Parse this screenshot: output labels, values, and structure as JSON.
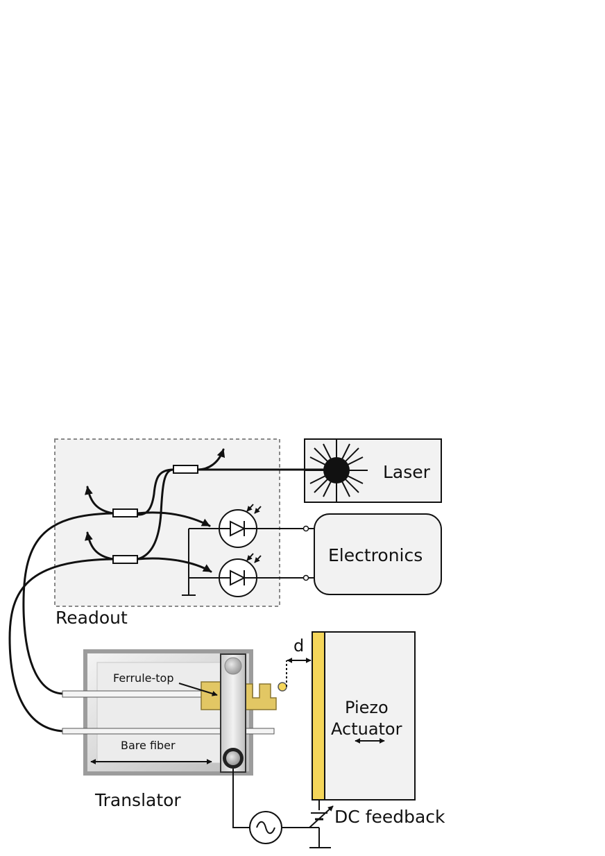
{
  "labels": {
    "laser": "Laser",
    "electronics": "Electronics",
    "readout": "Readout",
    "ferrule_top": "Ferrule-top",
    "bare_fiber": "Bare fiber",
    "translator": "Translator",
    "gap": "d",
    "piezo_line1": "Piezo",
    "piezo_line2": "Actuator",
    "dc_feedback": "DC feedback"
  },
  "colors": {
    "line": "#111111",
    "box_fill": "#f2f2f2",
    "readout_border": "#888888",
    "gold": "#f5d65a",
    "ferrule_gold": "#e2c764",
    "translator_grey": "#d4d4d4"
  },
  "icons": [
    "laser-burst-icon",
    "photodiode-icon",
    "ac-source-icon",
    "variable-dc-source-icon",
    "ground-icon",
    "fiber-coupler-icon",
    "double-arrow-icon"
  ]
}
